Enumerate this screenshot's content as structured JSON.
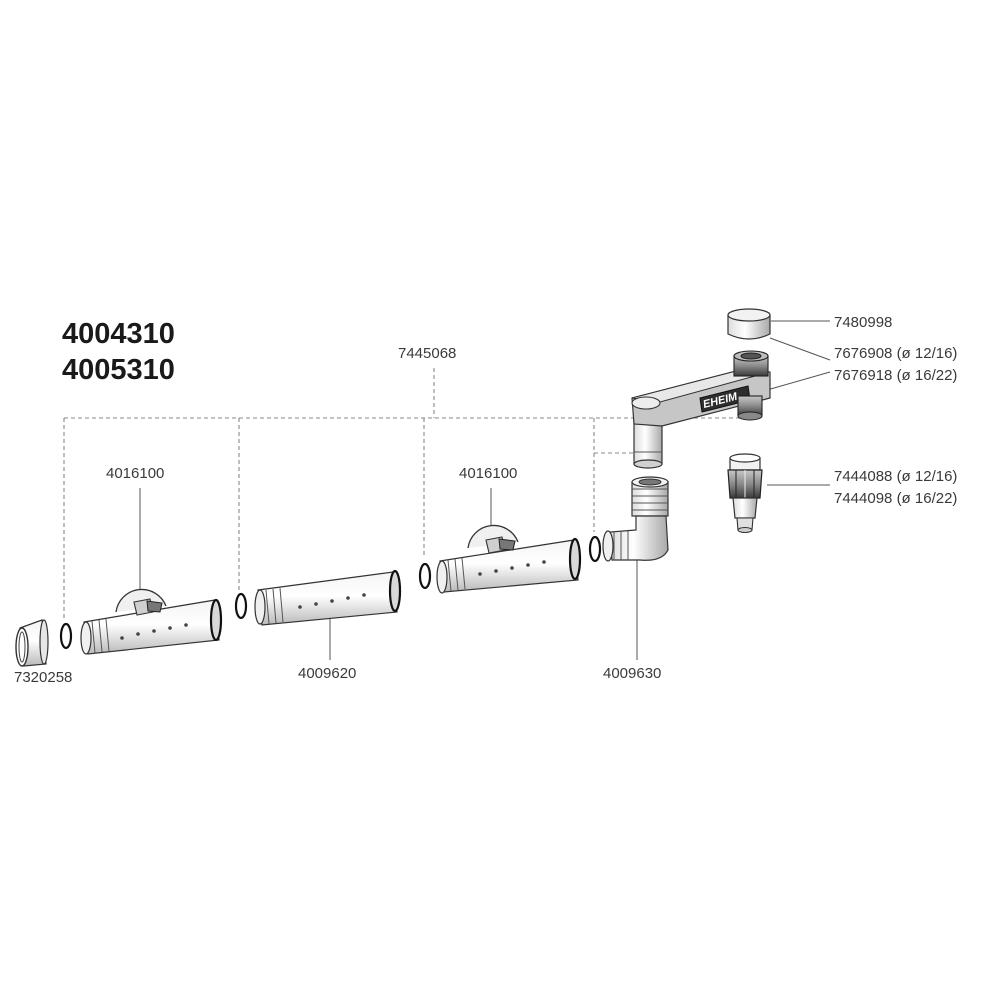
{
  "titles": [
    "4004310",
    "4005310"
  ],
  "labels": {
    "7445068": "7445068",
    "7480998": "7480998",
    "7676908": "7676908 (ø 12/16)",
    "7676918": "7676918 (ø 16/22)",
    "7444088": "7444088 (ø 12/16)",
    "7444098": "7444098 (ø 16/22)",
    "4016100_left": "4016100",
    "4016100_right": "4016100",
    "7320258": "7320258",
    "4009620": "4009620",
    "4009630": "4009630"
  },
  "logo_text": "EHEIM"
}
